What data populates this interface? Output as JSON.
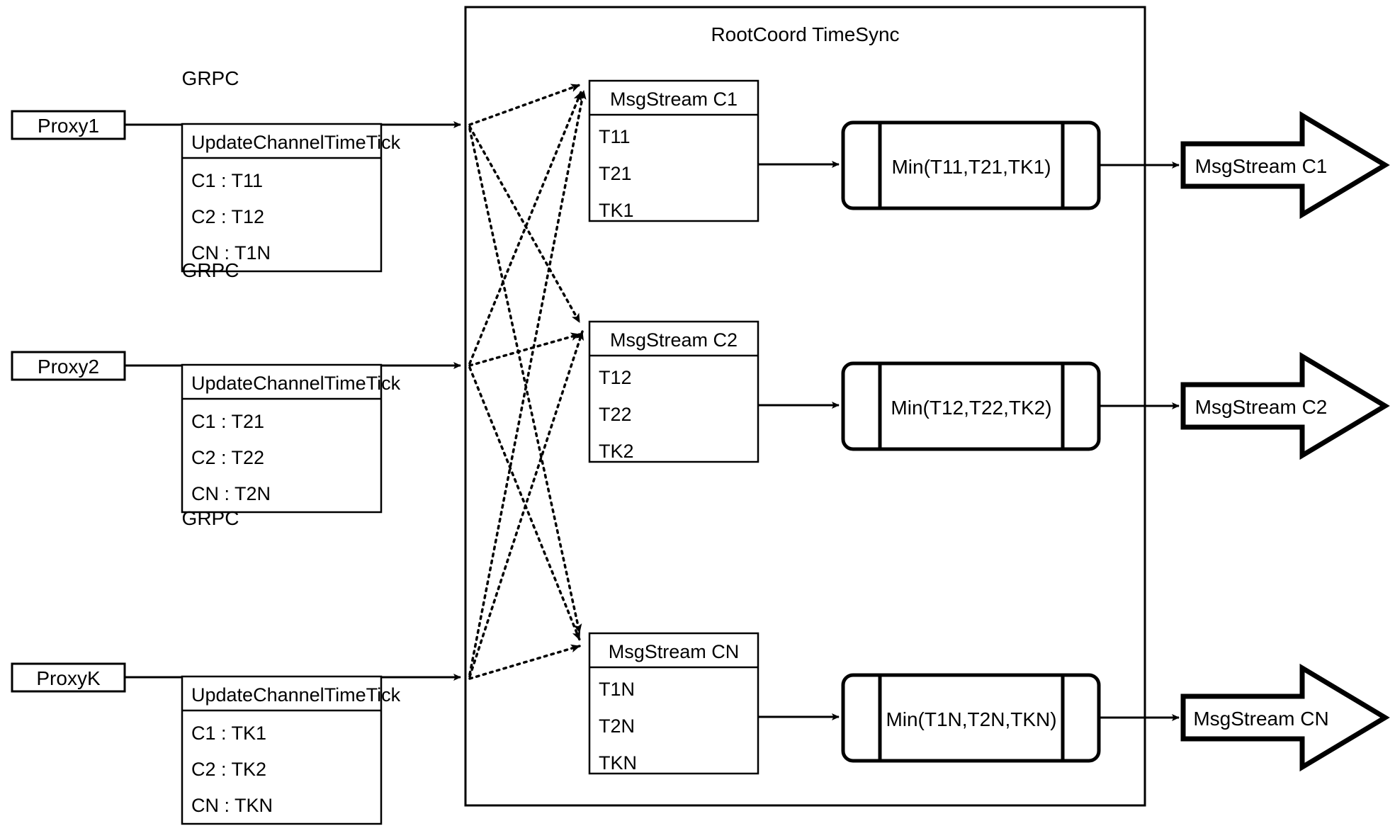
{
  "diagram": {
    "title": "RootCoord TimeSync",
    "container_label": "RootCoord TimeSync"
  },
  "rows": [
    {
      "proxy": "Proxy1",
      "grpc_label": "GRPC",
      "request": {
        "header": "UpdateChannelTimeTick",
        "entries": [
          "C1 :  T11",
          "C2 :  T12",
          "CN : T1N"
        ]
      },
      "msgstream": {
        "header": "MsgStream C1",
        "entries": [
          "T11",
          "T21",
          "TK1"
        ]
      },
      "processor": "Min(T11,T21,TK1)",
      "output": "MsgStream C1"
    },
    {
      "proxy": "Proxy2",
      "grpc_label": "GRPC",
      "request": {
        "header": "UpdateChannelTimeTick",
        "entries": [
          "C1 :  T21",
          "C2 :  T22",
          "CN : T2N"
        ]
      },
      "msgstream": {
        "header": "MsgStream C2",
        "entries": [
          "T12",
          "T22",
          "TK2"
        ]
      },
      "processor": "Min(T12,T22,TK2)",
      "output": "MsgStream C2"
    },
    {
      "proxy": "ProxyK",
      "grpc_label": "GRPC",
      "request": {
        "header": "UpdateChannelTimeTick",
        "entries": [
          "C1 :  TK1",
          "C2 :  TK2",
          "CN : TKN"
        ]
      },
      "msgstream": {
        "header": "MsgStream CN",
        "entries": [
          "T1N",
          "T2N",
          "TKN"
        ]
      },
      "processor": "Min(T1N,T2N,TKN)",
      "output": "MsgStream CN"
    }
  ],
  "colors": {
    "stroke": "#000000",
    "fill": "#ffffff",
    "background": "#ffffff"
  }
}
